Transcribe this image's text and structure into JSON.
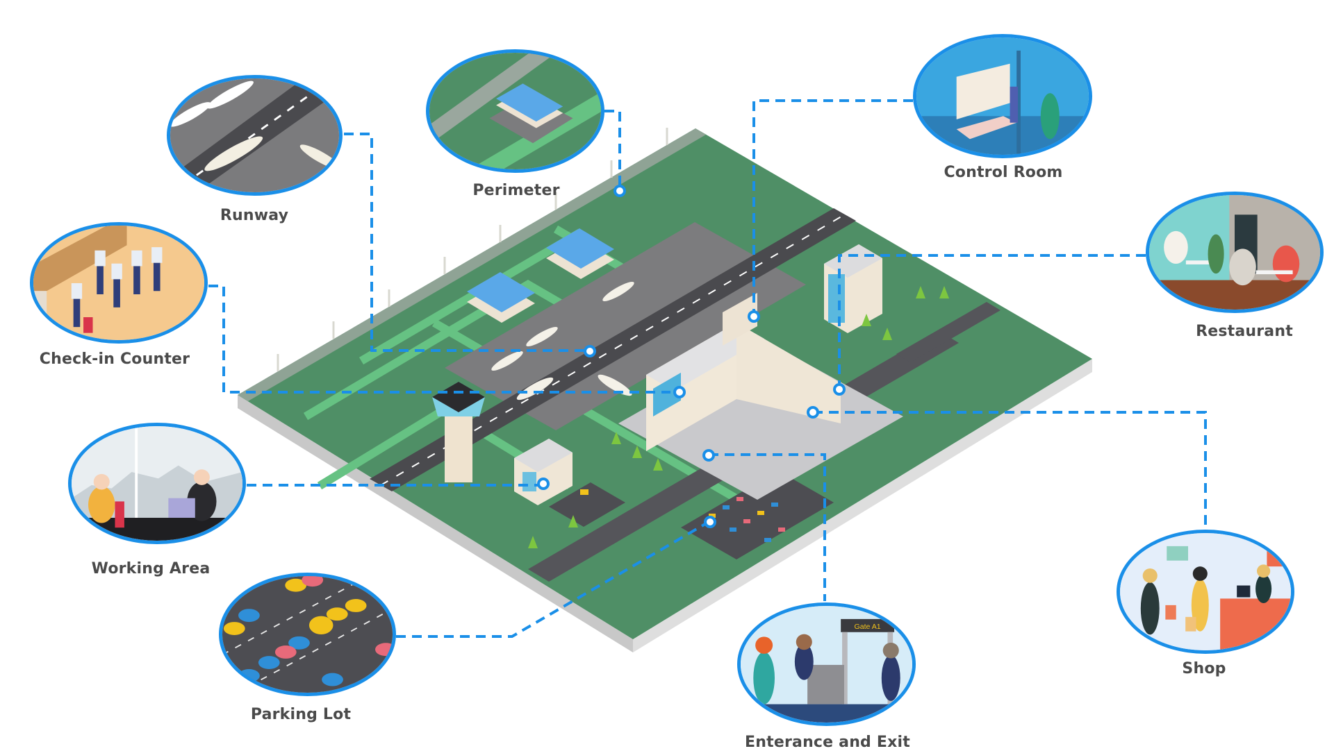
{
  "diagram": {
    "title": "Smart airport map",
    "accent_color": "#1a8fe8",
    "label_color": "#4a4a4a",
    "ground_color": "#4f8f66",
    "path_color": "#66c283",
    "runway_color": "#4a4a4e",
    "callouts": [
      {
        "id": "runway",
        "label": "Runway",
        "icon": "runway-planes-icon"
      },
      {
        "id": "perimeter",
        "label": "Perimeter",
        "icon": "perimeter-fence-hangar-icon"
      },
      {
        "id": "control-room",
        "label": "Control Room",
        "icon": "control-room-operators-icon"
      },
      {
        "id": "check-in",
        "label": "Check-in Counter",
        "icon": "check-in-queue-icon"
      },
      {
        "id": "restaurant",
        "label": "Restaurant",
        "icon": "restaurant-diners-icon"
      },
      {
        "id": "working-area",
        "label": "Working Area",
        "icon": "office-workers-icon"
      },
      {
        "id": "parking-lot",
        "label": "Parking Lot",
        "icon": "parked-cars-icon"
      },
      {
        "id": "entrance-exit",
        "label": "Enterance and Exit",
        "icon": "gate-security-icon"
      },
      {
        "id": "shop",
        "label": "Shop",
        "icon": "shoppers-icon"
      }
    ],
    "gate_sign": "Gate A1"
  }
}
